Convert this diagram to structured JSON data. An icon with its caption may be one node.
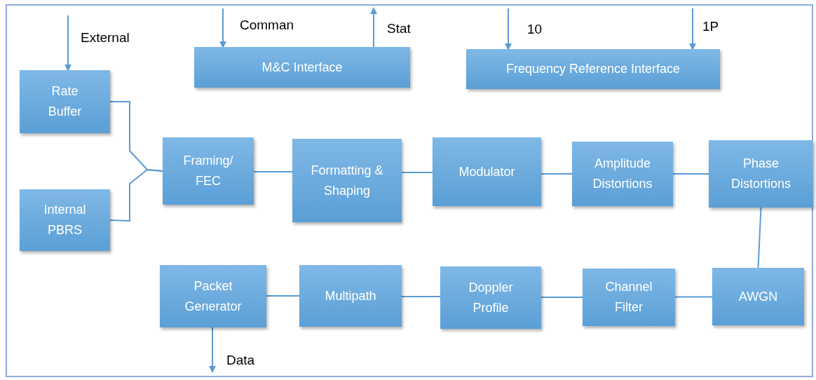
{
  "diagram": {
    "nodes": [
      {
        "text": [
          "Rate Buffer"
        ]
      },
      {
        "text": [
          "Internal PBRS"
        ]
      },
      {
        "text": [
          "M&C Interface"
        ]
      },
      {
        "text": [
          "Frequency Reference Interface"
        ]
      },
      {
        "text": [
          "Framing/ FEC"
        ]
      },
      {
        "text": [
          "Formatting & Shaping"
        ]
      },
      {
        "text": [
          "Modulator"
        ]
      },
      {
        "text": [
          "Amplitude Distortions"
        ]
      },
      {
        "text": [
          "Phase Distortions"
        ]
      },
      {
        "text": [
          "Packet Generator"
        ]
      },
      {
        "text": [
          "Multipath"
        ]
      },
      {
        "text": [
          "Doppler Profile"
        ]
      },
      {
        "text": [
          "Channel Filter"
        ]
      },
      {
        "text": [
          "AWGN"
        ]
      }
    ],
    "edges": [
      {
        "from": 0,
        "to": 4,
        "arrow": "none"
      },
      {
        "from": 1,
        "to": 4,
        "arrow": "none"
      },
      {
        "from": 4,
        "to": 5,
        "arrow": "none"
      },
      {
        "from": 5,
        "to": 6,
        "arrow": "none"
      },
      {
        "from": 6,
        "to": 7,
        "arrow": "none"
      },
      {
        "from": 7,
        "to": 8,
        "arrow": "none"
      },
      {
        "from": 8,
        "to": 13,
        "arrow": "none"
      },
      {
        "from": 13,
        "to": 12,
        "arrow": "none"
      },
      {
        "from": 12,
        "to": 11,
        "arrow": "none"
      },
      {
        "from": 11,
        "to": 10,
        "arrow": "none"
      },
      {
        "from": 10,
        "to": 9,
        "arrow": "none"
      },
      {
        "from": null,
        "to": 0,
        "arrow": "to",
        "label": "External"
      },
      {
        "from": null,
        "to": 2,
        "arrow": "to",
        "label": "Comman"
      },
      {
        "from": 2,
        "to": null,
        "arrow": "to",
        "label": "Stat"
      },
      {
        "from": null,
        "to": 3,
        "arrow": "to",
        "label": "10"
      },
      {
        "from": null,
        "to": 3,
        "arrow": "to",
        "label": "1P"
      },
      {
        "from": 9,
        "to": null,
        "arrow": "to",
        "label": "Data"
      }
    ]
  }
}
